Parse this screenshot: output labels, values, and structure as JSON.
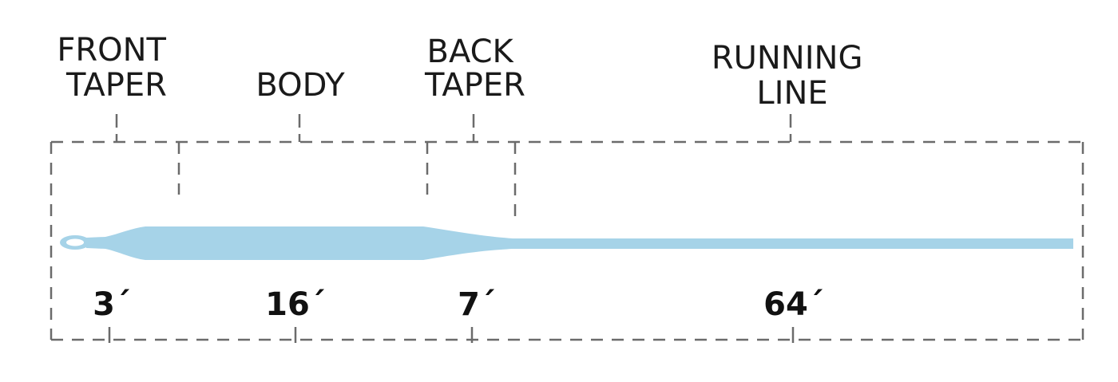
{
  "sections": [
    {
      "id": "front-taper",
      "label_lines": [
        "FRONT",
        "TAPER"
      ],
      "length": "3´"
    },
    {
      "id": "body",
      "label_lines": [
        "BODY"
      ],
      "length": "16´"
    },
    {
      "id": "back-taper",
      "label_lines": [
        "BACK",
        "TAPER"
      ],
      "length": "7´"
    },
    {
      "id": "running-line",
      "label_lines": [
        "RUNNING",
        "LINE"
      ],
      "length": "64´"
    }
  ],
  "colors": {
    "line_fill": "#a6d3e8",
    "dash": "#6b6b6b",
    "text": "#1a1a1a"
  }
}
